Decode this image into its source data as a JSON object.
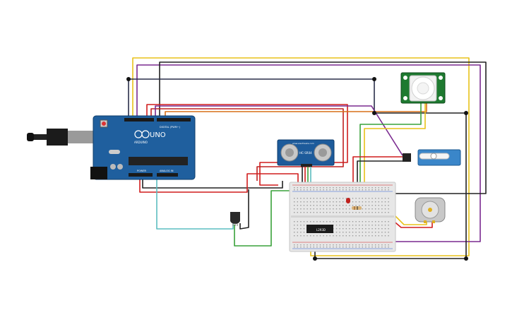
{
  "arduino": {
    "logo_text": "UNO",
    "brand_text": "ARDUINO",
    "digital_label": "DIGITAL (PWM~)",
    "power_label": "POWER",
    "analog_label": "ANALOG IN",
    "board_color": "#1f5f9e",
    "usb_color": "#9a9a9a"
  },
  "ultrasonic": {
    "label_top": "www.elecfreaks.com",
    "model_label": "HC-SR04",
    "board_color": "#1d5b9b"
  },
  "pir": {
    "board_color": "#1e7a30"
  },
  "servo": {
    "body_color": "#3a86c9"
  },
  "motor_driver": {
    "chip_label": "L293D"
  },
  "dc_motor": {
    "body_color": "#c8c8c8"
  },
  "breadboard": {
    "body_color": "#e7e7e7"
  },
  "wire_colors": {
    "black": "#222222",
    "red": "#d11d1d",
    "yellow": "#e8c21a",
    "purple": "#7a2a8f",
    "orange": "#d97018",
    "green": "#39a23a",
    "cyan": "#5bbdc0",
    "gray": "#8a8a8a"
  }
}
